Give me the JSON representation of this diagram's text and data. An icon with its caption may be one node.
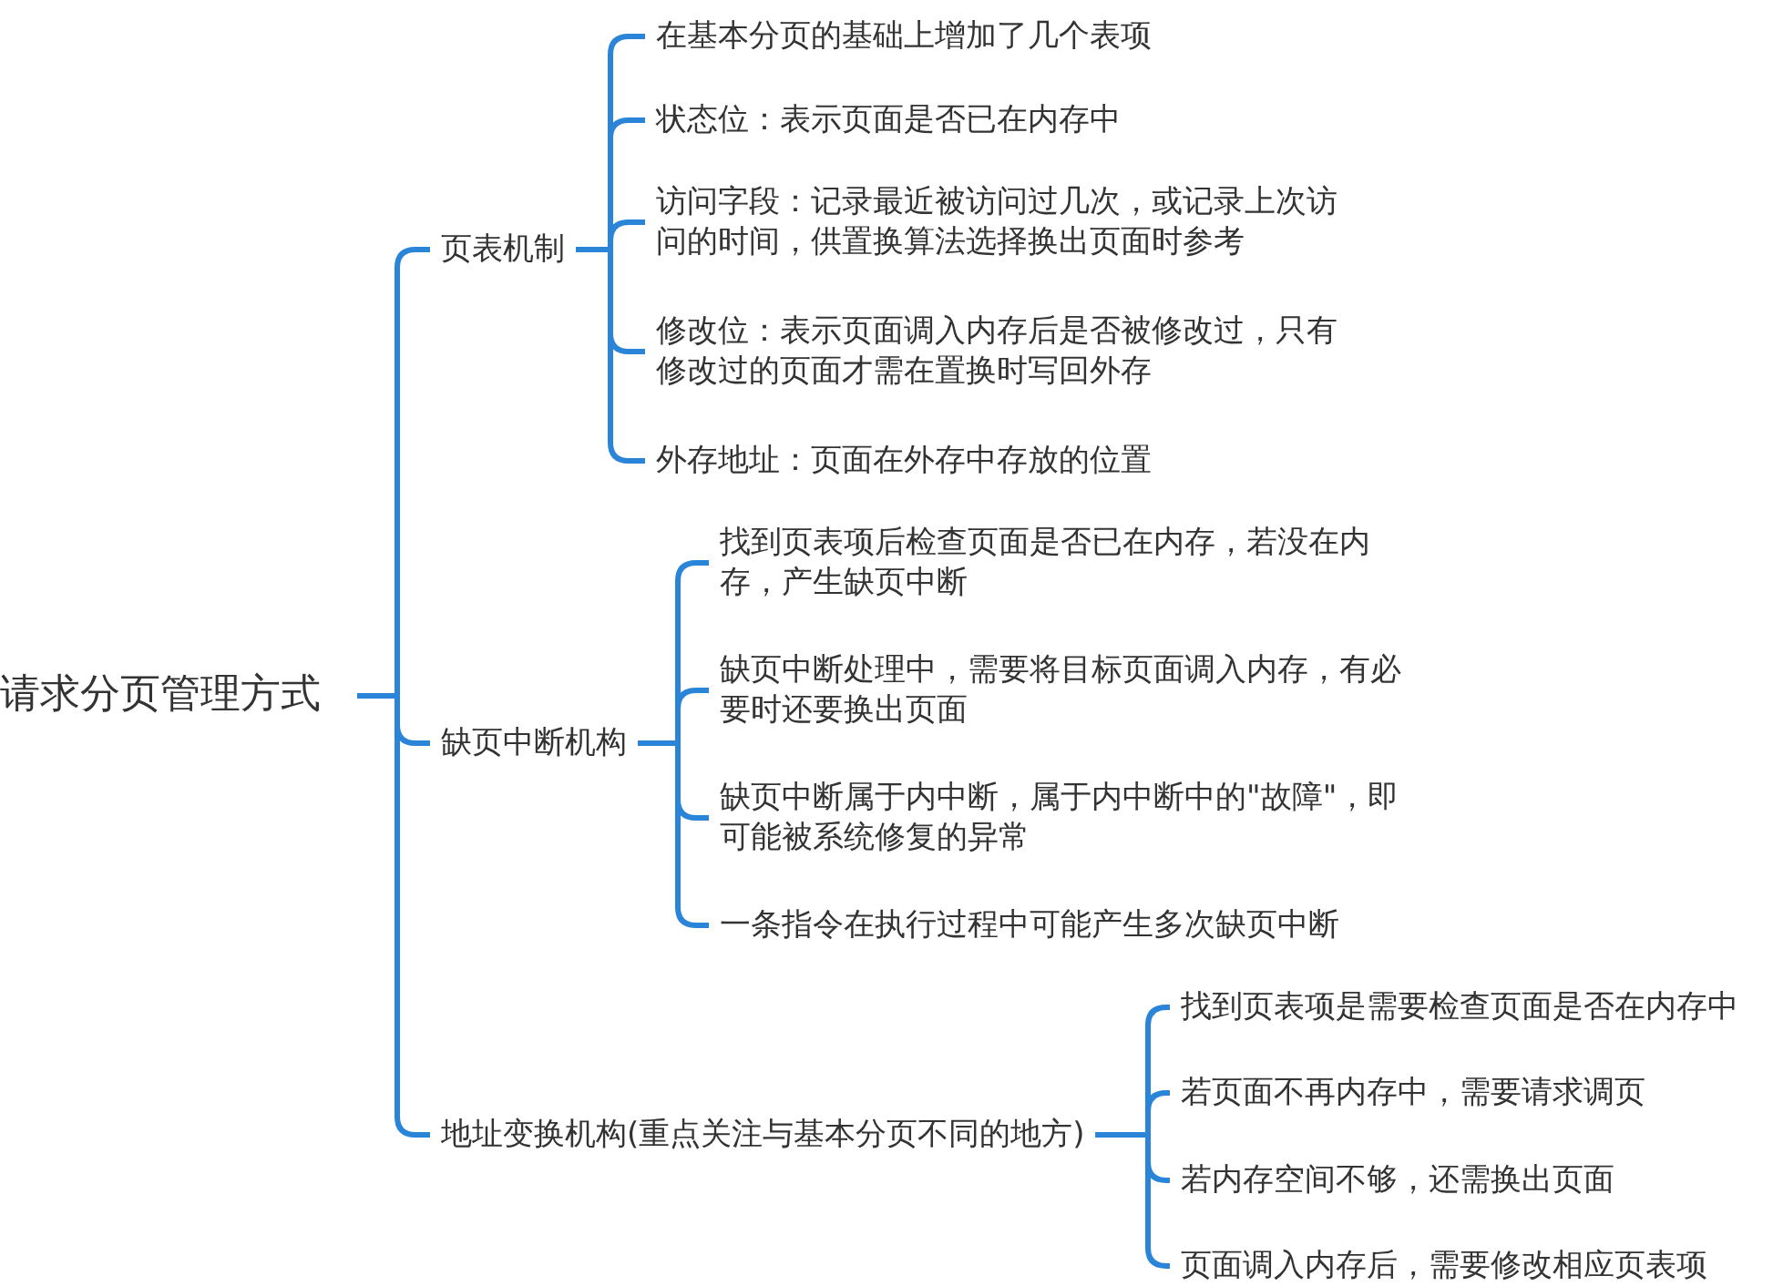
{
  "diagram": {
    "nodes": [
      {
        "text": [
          "请求分页管理方式"
        ]
      },
      {
        "text": [
          "页表机制"
        ]
      },
      {
        "text": [
          "在基本分页的基础上增加了几个表项"
        ]
      },
      {
        "text": [
          "状态位：表示页面是否已在内存中"
        ]
      },
      {
        "text": [
          "访问字段：记录最近被访问过几次，或记录上次访问的时间，供置换算法选择换出页面时参考"
        ]
      },
      {
        "text": [
          "修改位：表示页面调入内存后是否被修改过，只有修改过的页面才需在置换时写回外存"
        ]
      },
      {
        "text": [
          "外存地址：页面在外存中存放的位置"
        ]
      },
      {
        "text": [
          "缺页中断机构"
        ]
      },
      {
        "text": [
          "找到页表项后检查页面是否已在内存，若没在内存，产生缺页中断"
        ]
      },
      {
        "text": [
          "缺页中断处理中，需要将目标页面调入内存，有必要时还要换出页面"
        ]
      },
      {
        "text": [
          "缺页中断属于内中断，属于内中断中的\"故障\"，即可能被系统修复的异常"
        ]
      },
      {
        "text": [
          "一条指令在执行过程中可能产生多次缺页中断"
        ]
      },
      {
        "text": [
          "地址变换机构(重点关注与基本分页不同的地方)"
        ]
      },
      {
        "text": [
          "找到页表项是需要检查页面是否在内存中"
        ]
      },
      {
        "text": [
          "若页面不再内存中，需要请求调页"
        ]
      },
      {
        "text": [
          "若内存空间不够，还需换出页面"
        ]
      },
      {
        "text": [
          "页面调入内存后，需要修改相应页表项"
        ]
      }
    ],
    "edges": [
      {
        "from": 0,
        "to": 1,
        "arrow": "none"
      },
      {
        "from": 0,
        "to": 7,
        "arrow": "none"
      },
      {
        "from": 0,
        "to": 12,
        "arrow": "none"
      },
      {
        "from": 1,
        "to": 2,
        "arrow": "none"
      },
      {
        "from": 1,
        "to": 3,
        "arrow": "none"
      },
      {
        "from": 1,
        "to": 4,
        "arrow": "none"
      },
      {
        "from": 1,
        "to": 5,
        "arrow": "none"
      },
      {
        "from": 1,
        "to": 6,
        "arrow": "none"
      },
      {
        "from": 7,
        "to": 8,
        "arrow": "none"
      },
      {
        "from": 7,
        "to": 9,
        "arrow": "none"
      },
      {
        "from": 7,
        "to": 10,
        "arrow": "none"
      },
      {
        "from": 7,
        "to": 11,
        "arrow": "none"
      },
      {
        "from": 12,
        "to": 13,
        "arrow": "none"
      },
      {
        "from": 12,
        "to": 14,
        "arrow": "none"
      },
      {
        "from": 12,
        "to": 15,
        "arrow": "none"
      },
      {
        "from": 12,
        "to": 16,
        "arrow": "none"
      }
    ]
  }
}
